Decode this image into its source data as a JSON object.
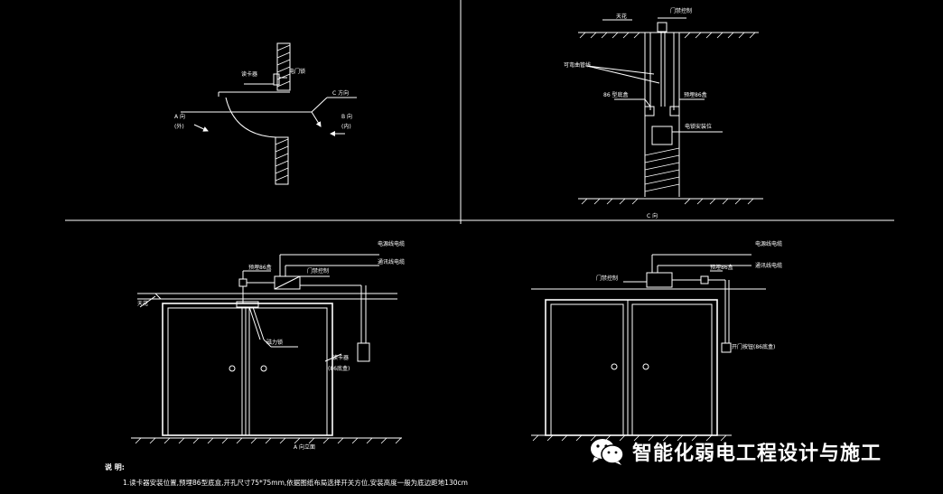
{
  "panel_top_left": {
    "labels": {
      "card_reader": "读卡器",
      "door_lock": "电门锁",
      "c_direction": "C 方向",
      "a_direction": "A 向",
      "a_direction_sub": "(外)",
      "b_direction": "B 向",
      "b_direction_sub": "(内)"
    }
  },
  "panel_top_right": {
    "labels": {
      "ceiling": "天花",
      "door_controller": "门禁控制",
      "conduit": "可弯曲管线",
      "box_86_left": "86 型底盒",
      "box_86_right": "预埋86盒",
      "lock_position": "电锁安装位"
    },
    "caption": "C 向"
  },
  "panel_bottom_left": {
    "labels": {
      "power_line": "电源线电缆",
      "network_line": "通讯线电缆",
      "box_86": "预埋86盒",
      "controller": "门禁控制",
      "ceiling": "天花",
      "magnet_lock": "磁力锁",
      "card_reader": "读卡器",
      "card_reader_sub": "(86底盒)"
    },
    "caption": "A 向立面"
  },
  "panel_bottom_right": {
    "labels": {
      "power_line": "电源线电缆",
      "network_line": "通讯线电缆",
      "controller": "门禁控制",
      "box_86": "预埋86盒",
      "exit_button": "开门按钮(86底盒)"
    }
  },
  "notes": {
    "title": "说 明:",
    "line1": "1.读卡器安装位置,预埋86型底盒,开孔尺寸75*75mm,依据图纸布局选择开关方位,安装高度一般为底边距地130cm"
  },
  "watermark": {
    "text": "智能化弱电工程设计与施工",
    "icon": "wechat-icon"
  }
}
